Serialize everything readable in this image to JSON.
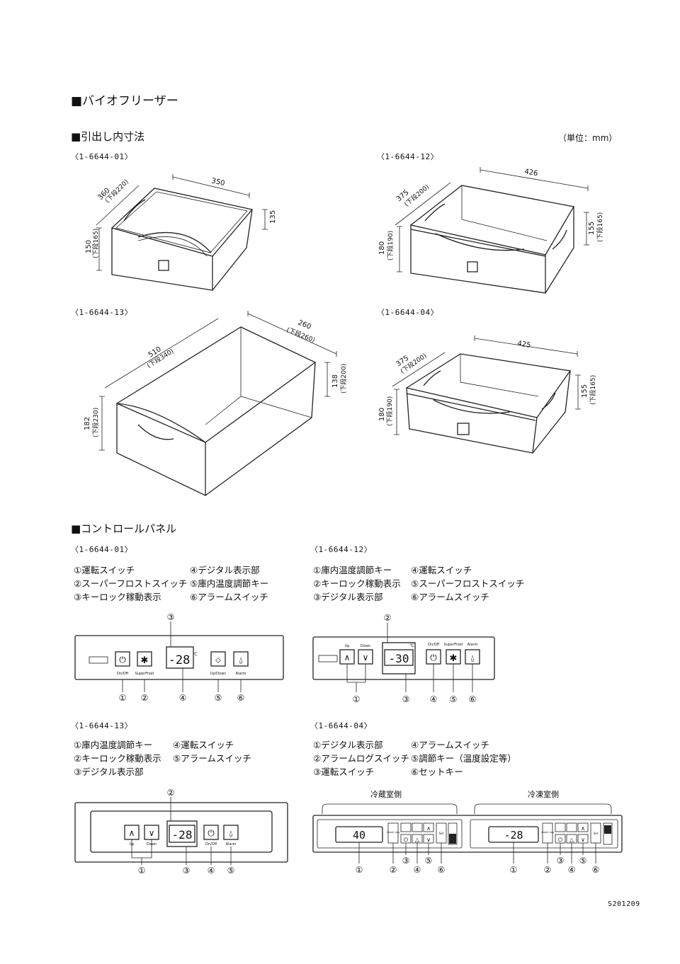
{
  "title": "■バイオフリーザー",
  "drawer_section": {
    "heading": "■引出し内寸法",
    "unit": "（単位：mm）",
    "drawers": [
      {
        "model": "〈1-6644-01〉",
        "dims": [
          "350",
          "360",
          "(下段220)",
          "150",
          "(下段165)",
          "135"
        ]
      },
      {
        "model": "〈1-6644-12〉",
        "dims": [
          "426",
          "375",
          "(下段200)",
          "180",
          "(下段190)",
          "155",
          "(下段165)"
        ]
      },
      {
        "model": "〈1-6644-13〉",
        "dims": [
          "510",
          "(下段340)",
          "260",
          "(下段260)",
          "182",
          "(下段230)",
          "138",
          "(下段200)"
        ]
      },
      {
        "model": "〈1-6644-04〉",
        "dims": [
          "425",
          "375",
          "(下段200)",
          "180",
          "(下段190)",
          "155",
          "(下段165)"
        ]
      }
    ]
  },
  "panel_section": {
    "heading": "■コントロールパネル",
    "panels": [
      {
        "model": "〈1-6644-01〉",
        "legend": [
          "①運転スイッチ",
          "②スーパーフロストスイッチ",
          "③キーロック稼動表示",
          "④デジタル表示部",
          "⑤庫内温度調節キー",
          "⑥アラームスイッチ"
        ],
        "display": "-28",
        "unit_mark": "℃",
        "button_labels": [
          "On/Off",
          "SuperFrost",
          "Up/Down",
          "Alarm"
        ],
        "callouts": [
          "①",
          "②",
          "③",
          "④",
          "⑤",
          "⑥"
        ]
      },
      {
        "model": "〈1-6644-12〉",
        "legend": [
          "①庫内温度調節キー",
          "②キーロック稼動表示",
          "③デジタル表示部",
          "④運転スイッチ",
          "⑤スーパーフロストスイッチ",
          "⑥アラームスイッチ"
        ],
        "display": "-30",
        "unit_mark": "℃",
        "button_labels": [
          "Up",
          "Down",
          "On/Off",
          "SuperFrost",
          "Alarm"
        ],
        "callouts": [
          "①",
          "②",
          "③",
          "④",
          "⑤",
          "⑥"
        ]
      },
      {
        "model": "〈1-6644-13〉",
        "legend": [
          "①庫内温度調節キー",
          "②キーロック稼動表示",
          "③デジタル表示部",
          "④運転スイッチ",
          "⑤アラームスイッチ"
        ],
        "display": "-28",
        "button_labels": [
          "Up",
          "Down",
          "On/Off",
          "Alarm"
        ],
        "callouts": [
          "①",
          "②",
          "③",
          "④",
          "⑤"
        ]
      },
      {
        "model": "〈1-6644-04〉",
        "legend": [
          "①デジタル表示部",
          "②アラームログスイッチ",
          "③運転スイッチ",
          "④アラームスイッチ",
          "⑤調節キー（温度設定等）",
          "⑥セットキー"
        ],
        "section_labels": [
          "冷蔵室側",
          "冷凍室側"
        ],
        "displays": [
          "40",
          "-28"
        ],
        "button_labels": [
          "Alarm Log",
          "Set"
        ],
        "callouts": [
          "①",
          "②",
          "③",
          "④",
          "⑤",
          "⑥"
        ]
      }
    ]
  },
  "doc_code": "S201209"
}
